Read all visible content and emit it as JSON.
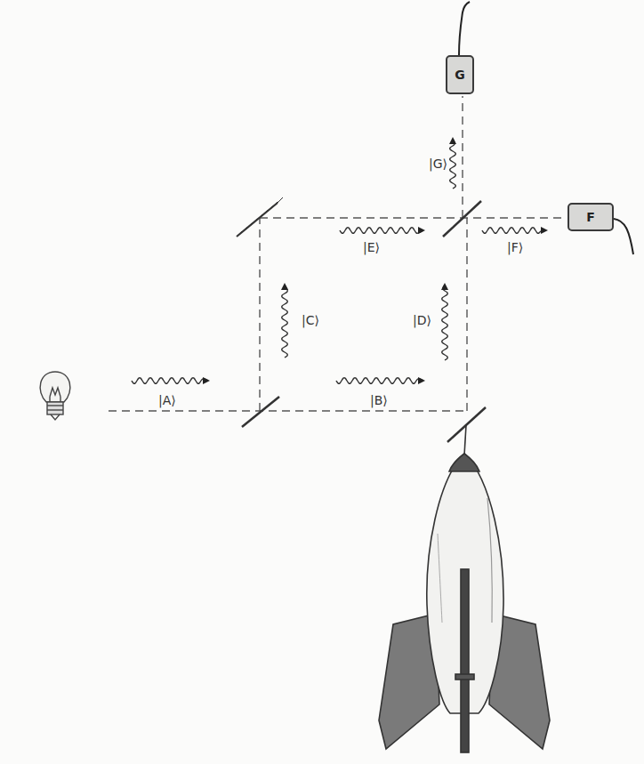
{
  "diagram": {
    "nodes": [
      {
        "text": [
          "G"
        ]
      },
      {
        "text": [
          "F"
        ]
      }
    ],
    "labels": [
      "|A⟩",
      "|B⟩",
      "|C⟩",
      "|D⟩",
      "|E⟩",
      "|F⟩",
      "|G⟩"
    ]
  }
}
